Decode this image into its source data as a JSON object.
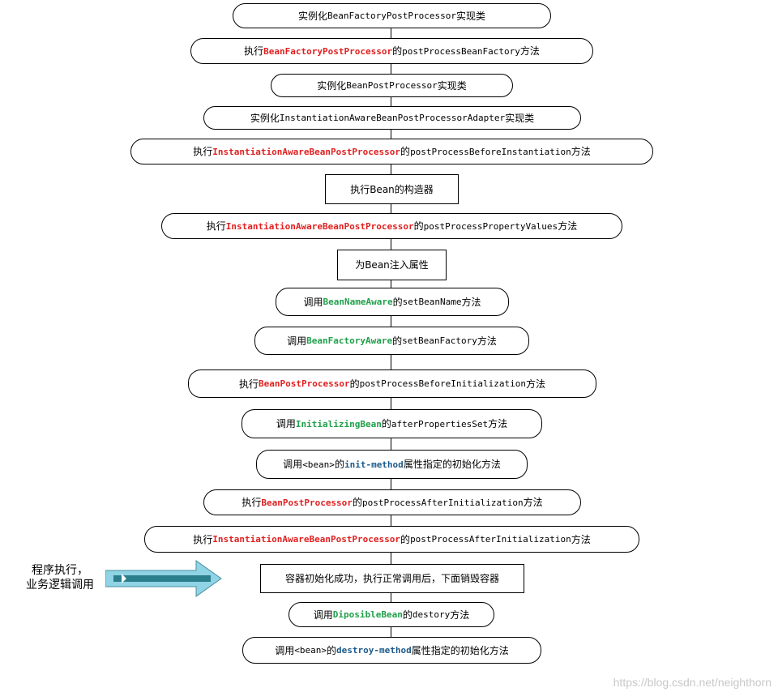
{
  "nodes": [
    {
      "shape": "rounded",
      "segments": [
        {
          "text": "实例化",
          "style": "cjk"
        },
        {
          "text": "BeanFactoryPostProcessor",
          "style": "mono"
        },
        {
          "text": "实现类",
          "style": "cjk"
        }
      ]
    },
    {
      "shape": "rounded",
      "segments": [
        {
          "text": "执行",
          "style": "cjk"
        },
        {
          "text": "BeanFactoryPostProcessor",
          "style": "red"
        },
        {
          "text": "的",
          "style": "cjk"
        },
        {
          "text": "postProcessBeanFactory",
          "style": "mono"
        },
        {
          "text": "方法",
          "style": "cjk"
        }
      ]
    },
    {
      "shape": "rounded",
      "segments": [
        {
          "text": "实例化",
          "style": "cjk"
        },
        {
          "text": "BeanPostProcessor",
          "style": "mono"
        },
        {
          "text": "实现类",
          "style": "cjk"
        }
      ]
    },
    {
      "shape": "rounded",
      "segments": [
        {
          "text": "实例化",
          "style": "cjk"
        },
        {
          "text": "InstantiationAwareBeanPostProcessorAdapter",
          "style": "mono"
        },
        {
          "text": "实现类",
          "style": "cjk"
        }
      ]
    },
    {
      "shape": "rounded",
      "segments": [
        {
          "text": "执行",
          "style": "cjk"
        },
        {
          "text": "InstantiationAwareBeanPostProcessor",
          "style": "red"
        },
        {
          "text": "的",
          "style": "cjk"
        },
        {
          "text": "postProcessBeforeInstantiation",
          "style": "mono"
        },
        {
          "text": "方法",
          "style": "cjk"
        }
      ]
    },
    {
      "shape": "rect",
      "segments": [
        {
          "text": "执行Bean的构造器",
          "style": "cjk"
        }
      ]
    },
    {
      "shape": "rounded",
      "segments": [
        {
          "text": "执行",
          "style": "cjk"
        },
        {
          "text": "InstantiationAwareBeanPostProcessor",
          "style": "red"
        },
        {
          "text": "的",
          "style": "cjk"
        },
        {
          "text": "postProcessPropertyValues",
          "style": "mono"
        },
        {
          "text": "方法",
          "style": "cjk"
        }
      ]
    },
    {
      "shape": "rect",
      "segments": [
        {
          "text": "为Bean注入属性",
          "style": "cjk"
        }
      ]
    },
    {
      "shape": "rounded",
      "segments": [
        {
          "text": "调用",
          "style": "cjk"
        },
        {
          "text": "BeanNameAware",
          "style": "green"
        },
        {
          "text": "的",
          "style": "cjk"
        },
        {
          "text": "setBeanName",
          "style": "mono"
        },
        {
          "text": "方法",
          "style": "cjk"
        }
      ]
    },
    {
      "shape": "rounded",
      "segments": [
        {
          "text": "调用",
          "style": "cjk"
        },
        {
          "text": "BeanFactoryAware",
          "style": "green"
        },
        {
          "text": "的",
          "style": "cjk"
        },
        {
          "text": "setBeanFactory",
          "style": "mono"
        },
        {
          "text": "方法",
          "style": "cjk"
        }
      ]
    },
    {
      "shape": "rounded",
      "segments": [
        {
          "text": "执行",
          "style": "cjk"
        },
        {
          "text": "BeanPostProcessor",
          "style": "red"
        },
        {
          "text": "的",
          "style": "cjk"
        },
        {
          "text": "postProcessBeforeInitialization",
          "style": "mono"
        },
        {
          "text": "方法",
          "style": "cjk"
        }
      ]
    },
    {
      "shape": "rounded",
      "segments": [
        {
          "text": "调用",
          "style": "cjk"
        },
        {
          "text": "InitializingBean",
          "style": "green"
        },
        {
          "text": "的",
          "style": "cjk"
        },
        {
          "text": "afterPropertiesSet",
          "style": "mono"
        },
        {
          "text": "方法",
          "style": "cjk"
        }
      ]
    },
    {
      "shape": "rounded",
      "segments": [
        {
          "text": "调用",
          "style": "cjk"
        },
        {
          "text": "<bean>",
          "style": "mono"
        },
        {
          "text": "的",
          "style": "cjk"
        },
        {
          "text": "init-method",
          "style": "blue"
        },
        {
          "text": "属性指定的初始化方法",
          "style": "cjk"
        }
      ]
    },
    {
      "shape": "rounded",
      "segments": [
        {
          "text": "执行",
          "style": "cjk"
        },
        {
          "text": "BeanPostProcessor",
          "style": "red"
        },
        {
          "text": "的",
          "style": "cjk"
        },
        {
          "text": "postProcessAfterInitialization",
          "style": "mono"
        },
        {
          "text": "方法",
          "style": "cjk"
        }
      ]
    },
    {
      "shape": "rounded",
      "segments": [
        {
          "text": "执行",
          "style": "cjk"
        },
        {
          "text": "InstantiationAwareBeanPostProcessor",
          "style": "red"
        },
        {
          "text": "的",
          "style": "cjk"
        },
        {
          "text": "postProcessAfterInitialization",
          "style": "mono"
        },
        {
          "text": "方法",
          "style": "cjk"
        }
      ]
    },
    {
      "shape": "rect",
      "segments": [
        {
          "text": "容器初始化成功，执行正常调用后，下面销毁容器",
          "style": "cjk"
        }
      ]
    },
    {
      "shape": "rounded",
      "segments": [
        {
          "text": "调用",
          "style": "cjk"
        },
        {
          "text": "DiposibleBean",
          "style": "green"
        },
        {
          "text": "的",
          "style": "cjk"
        },
        {
          "text": "destory",
          "style": "mono"
        },
        {
          "text": "方法",
          "style": "cjk"
        }
      ]
    },
    {
      "shape": "rounded",
      "segments": [
        {
          "text": "调用",
          "style": "cjk"
        },
        {
          "text": "<bean>",
          "style": "mono"
        },
        {
          "text": "的",
          "style": "cjk"
        },
        {
          "text": "destroy-method",
          "style": "blue"
        },
        {
          "text": "属性指定的初始化方法",
          "style": "cjk"
        }
      ]
    }
  ],
  "side_note": {
    "line1": "程序执行，",
    "line2": "业务逻辑调用"
  },
  "watermark": "https://blog.csdn.net/neighthorn",
  "colors": {
    "red": "#e02020",
    "green": "#20a04a",
    "blue": "#1c5a8a",
    "arrow_fill": "#8fd3e4",
    "arrow_inner": "#2b7e8c",
    "line": "#000000"
  }
}
